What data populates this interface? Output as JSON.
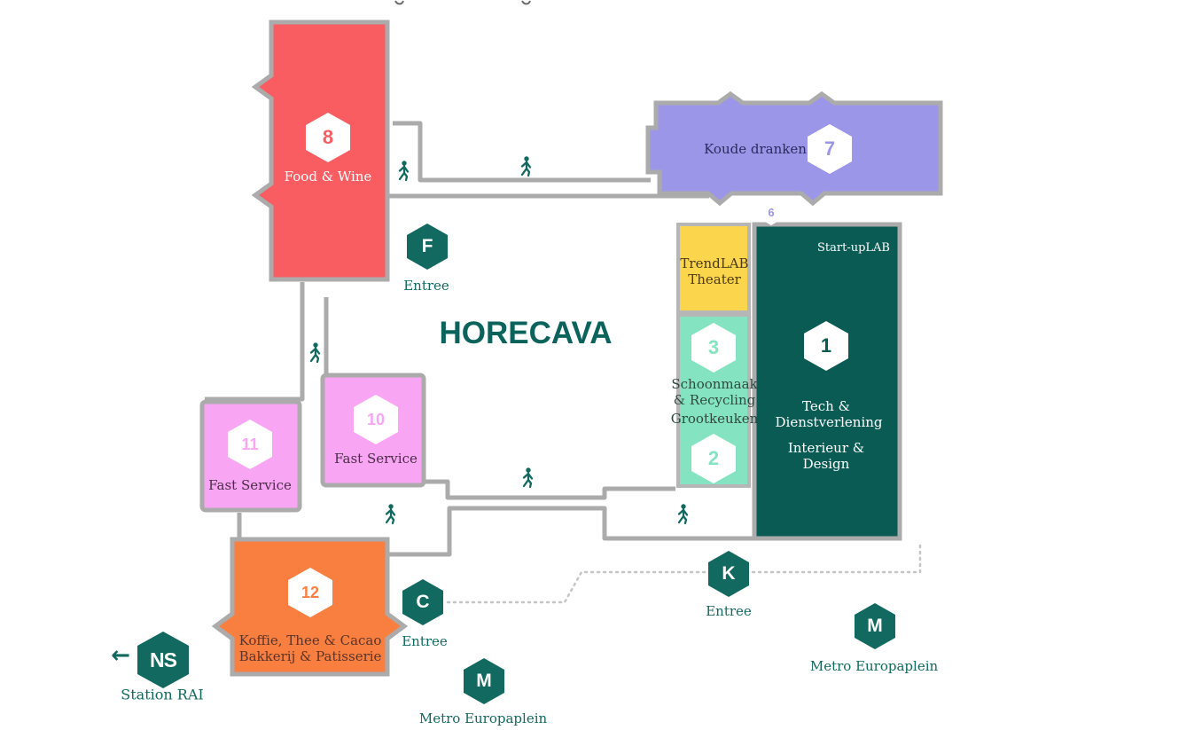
{
  "title": "HORECAVA",
  "colors": {
    "red": "#f95d62",
    "purple": "#9c96e9",
    "purple_ink": "#2b2b5e",
    "yellow": "#fbd54b",
    "yellow_ink": "#4c3a13",
    "mint": "#84e4c2",
    "mint_ink": "#2f4a42",
    "teal_hall": "#0b5b55",
    "pink": "#f8a6f4",
    "pink_ink": "#4a2d46",
    "orange": "#f87f40",
    "orange_ink": "#5c3428",
    "teal": "#11695f",
    "title": "#0b635c",
    "wall": "#ababab",
    "dotted": "#c5c5c5"
  },
  "halls": {
    "h8": {
      "number": "8",
      "label": "Food & Wine"
    },
    "h7": {
      "number": "7",
      "label": "Koude dranken"
    },
    "h6": {
      "number": "6"
    },
    "h1": {
      "number": "1",
      "corner_label": "Start-upLAB",
      "label": "Tech & Dienstverlening",
      "label2": "Interieur & Design"
    },
    "trendlab": {
      "label": "TrendLAB Theater"
    },
    "h3": {
      "number": "3",
      "label": "Schoonmaak & Recycling",
      "label2": "Grootkeuken"
    },
    "h2": {
      "number": "2"
    },
    "h10": {
      "number": "10",
      "label": "Fast Service"
    },
    "h11": {
      "number": "11",
      "label": "Fast Service"
    },
    "h12": {
      "number": "12",
      "label": "Koffie, Thee & Cacao",
      "label2": "Bakkerij & Patisserie"
    }
  },
  "entrances": {
    "f": {
      "letter": "F",
      "label": "Entree"
    },
    "c": {
      "letter": "C",
      "label": "Entree"
    },
    "k": {
      "letter": "K",
      "label": "Entree"
    }
  },
  "transit": {
    "metro_center": {
      "letter": "M",
      "label": "Metro Europaplein"
    },
    "metro_right": {
      "letter": "M",
      "label": "Metro Europaplein"
    },
    "ns": {
      "letter": "NS",
      "label": "Station RAI",
      "arrow": "←"
    }
  }
}
